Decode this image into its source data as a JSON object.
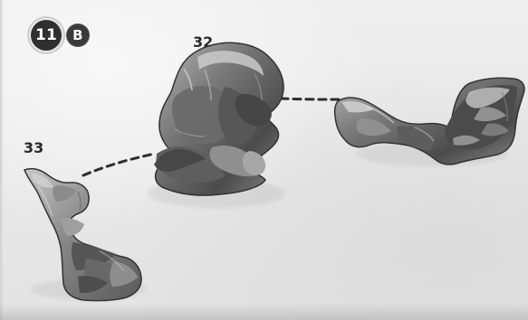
{
  "step": {
    "number": "11",
    "letter": "B"
  },
  "parts": [
    {
      "id": "32"
    },
    {
      "id": "33"
    }
  ],
  "icons": {
    "step_number": "step-number-badge",
    "step_letter": "step-letter-badge",
    "connector": "dashed-leader-line",
    "part_arm": "miniature-arm-part",
    "part_body": "miniature-torso-part",
    "part_leg": "miniature-leg-part"
  },
  "colors": {
    "background": "#ececec",
    "badge": "#2f2f2f",
    "text": "#282828",
    "part": "#6d6d6d",
    "part_shadow": "#434343",
    "part_highlight": "#b4b4b4"
  }
}
